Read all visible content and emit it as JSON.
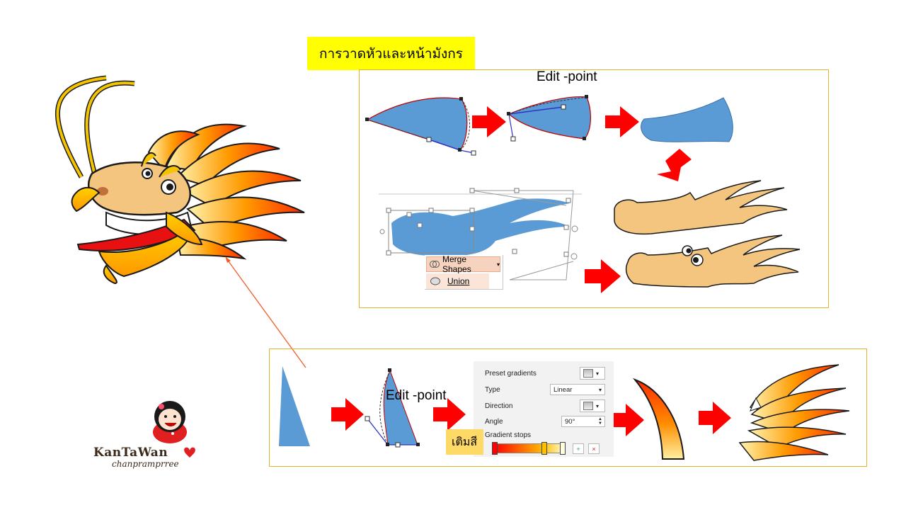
{
  "slide": {
    "title": "การวาดหัวและหน้ามังกร",
    "edit_point_label_top": "Edit -point",
    "edit_point_label_bottom": "Edit -point",
    "fill_label": "เติมสี"
  },
  "merge_menu": {
    "merge_shapes_label": "Merge Shapes",
    "union_label": "Union"
  },
  "gradient_panel": {
    "preset_gradients_label": "Preset gradients",
    "type_label": "Type",
    "type_value": "Linear",
    "direction_label": "Direction",
    "angle_label": "Angle",
    "angle_value": "90°",
    "gradient_stops_label": "Gradient stops"
  },
  "logo": {
    "brand": "KanTaWan",
    "sub": "chanpramprree"
  },
  "colors": {
    "shape_blue": "#5b9bd5",
    "shape_tan": "#f4c57e",
    "arrow_red": "#ff0000",
    "title_yellow": "#ffff00",
    "panel_border": "#e6b422",
    "fill_label_bg": "#ffd966"
  }
}
